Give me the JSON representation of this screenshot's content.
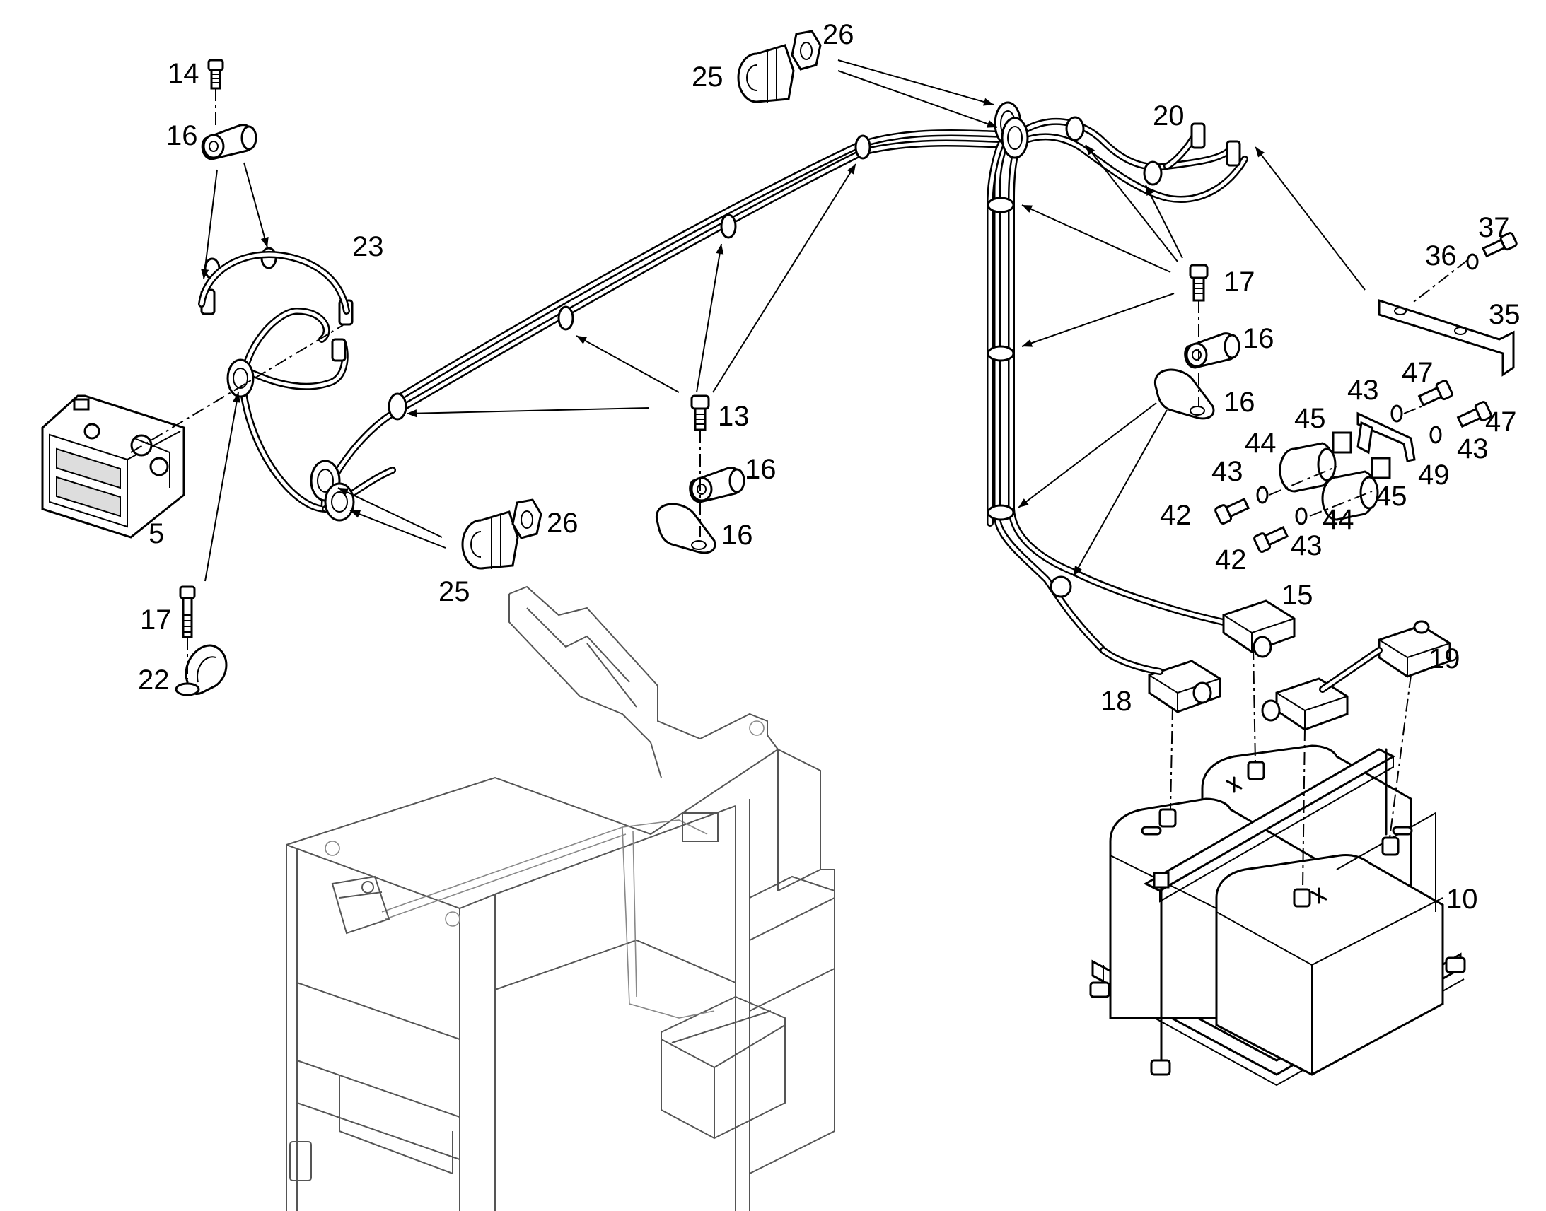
{
  "callouts": [
    {
      "id": "c-14a",
      "text": "14"
    },
    {
      "id": "c-16a",
      "text": "16"
    },
    {
      "id": "c-23",
      "text": "23"
    },
    {
      "id": "c-5",
      "text": "5"
    },
    {
      "id": "c-17a",
      "text": "17"
    },
    {
      "id": "c-22",
      "text": "22"
    },
    {
      "id": "c-25a",
      "text": "25"
    },
    {
      "id": "c-26a",
      "text": "26"
    },
    {
      "id": "c-25b",
      "text": "25"
    },
    {
      "id": "c-26b",
      "text": "26"
    },
    {
      "id": "c-13",
      "text": "13"
    },
    {
      "id": "c-16b",
      "text": "16"
    },
    {
      "id": "c-16c",
      "text": "16"
    },
    {
      "id": "c-20",
      "text": "20"
    },
    {
      "id": "c-17b",
      "text": "17"
    },
    {
      "id": "c-16d",
      "text": "16"
    },
    {
      "id": "c-16e",
      "text": "16"
    },
    {
      "id": "c-37",
      "text": "37"
    },
    {
      "id": "c-36",
      "text": "36"
    },
    {
      "id": "c-35",
      "text": "35"
    },
    {
      "id": "c-47a",
      "text": "47"
    },
    {
      "id": "c-43a",
      "text": "43"
    },
    {
      "id": "c-45a",
      "text": "45"
    },
    {
      "id": "c-47b",
      "text": "47"
    },
    {
      "id": "c-44a",
      "text": "44"
    },
    {
      "id": "c-43b",
      "text": "43"
    },
    {
      "id": "c-43c",
      "text": "43"
    },
    {
      "id": "c-49",
      "text": "49"
    },
    {
      "id": "c-42a",
      "text": "42"
    },
    {
      "id": "c-45b",
      "text": "45"
    },
    {
      "id": "c-44b",
      "text": "44"
    },
    {
      "id": "c-43d",
      "text": "43"
    },
    {
      "id": "c-42b",
      "text": "42"
    },
    {
      "id": "c-15",
      "text": "15"
    },
    {
      "id": "c-19",
      "text": "19"
    },
    {
      "id": "c-18",
      "text": "18"
    },
    {
      "id": "c-10",
      "text": "10"
    }
  ]
}
